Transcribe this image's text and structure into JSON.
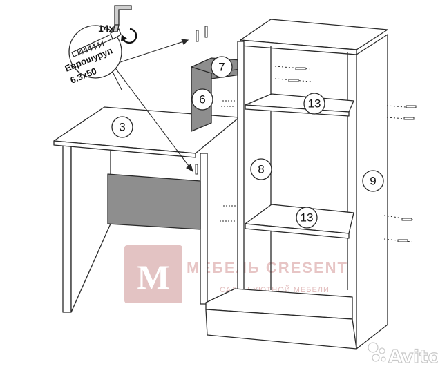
{
  "diagram": {
    "hardware": {
      "count": "14x",
      "name": "Еврошуруп",
      "size": "6.3x50"
    },
    "part_labels": {
      "desk_top": "3",
      "top_shelf": "7",
      "top_side": "6",
      "upper_shelf": "13",
      "lower_shelf": "13",
      "inner_side": "8",
      "outer_side": "9"
    },
    "watermark": {
      "logo_letter": "M",
      "brand": "МЕБЕЛЬ CRESENT",
      "tagline": "САЛОН УЮТНОЙ МЕБЕЛИ"
    },
    "badge": {
      "text": "Avito"
    },
    "colors": {
      "line": "#2a2a2a",
      "panel_fill": "#ffffff",
      "front_panel": "#8e8e8e",
      "watermark_logo": "#e3c3c3",
      "watermark_text": "#e7c5c5"
    }
  }
}
